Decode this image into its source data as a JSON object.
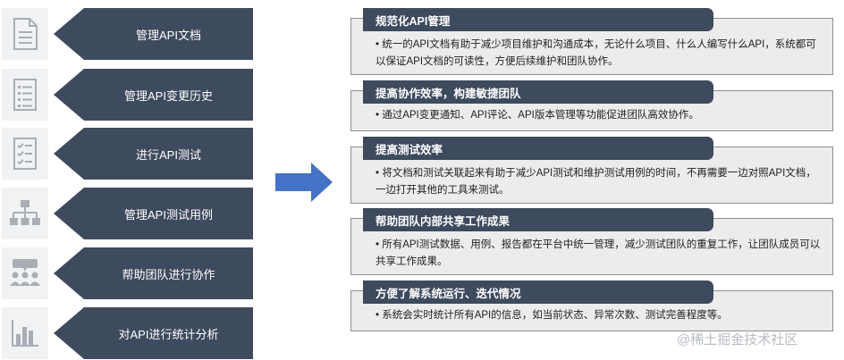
{
  "left_items": [
    {
      "label": "管理API文档",
      "icon": "document-icon"
    },
    {
      "label": "管理API变更历史",
      "icon": "list-document-icon"
    },
    {
      "label": "进行API测试",
      "icon": "checklist-icon"
    },
    {
      "label": "管理API测试用例",
      "icon": "org-chart-icon"
    },
    {
      "label": "帮助团队进行协作",
      "icon": "team-chat-icon"
    },
    {
      "label": "对API进行统计分析",
      "icon": "bar-chart-icon"
    }
  ],
  "cards": [
    {
      "title": "规范化API管理",
      "text": "• 统一的API文档有助于减少项目维护和沟通成本，无论什么项目、什么人编写什么API，系统都可以保证API文档的可读性，方便后续维护和团队协作。"
    },
    {
      "title": "提高协作效率，构建敏捷团队",
      "text": "• 通过API变更通知、API评论、API版本管理等功能促进团队高效协作。"
    },
    {
      "title": "提高测试效率",
      "text": "• 将文档和测试关联起来有助于减少API测试和维护测试用例的时间，不再需要一边对照API文档，一边打开其他的工具来测试。"
    },
    {
      "title": "帮助团队内部共享工作成果",
      "text": "• 所有API测试数据、用例、报告都在平台中统一管理，减少测试团队的重复工作，让团队成员可以共享工作成果。"
    },
    {
      "title": "方便了解系统运行、迭代情况",
      "text": "• 系统会实时统计所有API的信息，如当前状态、异常次数、测试完善程度等。"
    }
  ],
  "watermark": "@稀土掘金技术社区",
  "colors": {
    "chevron": "#3e4a5e",
    "arrow": "#4472c4",
    "card_bg": "#ececec",
    "icon_tile": "#f1f2f4"
  }
}
